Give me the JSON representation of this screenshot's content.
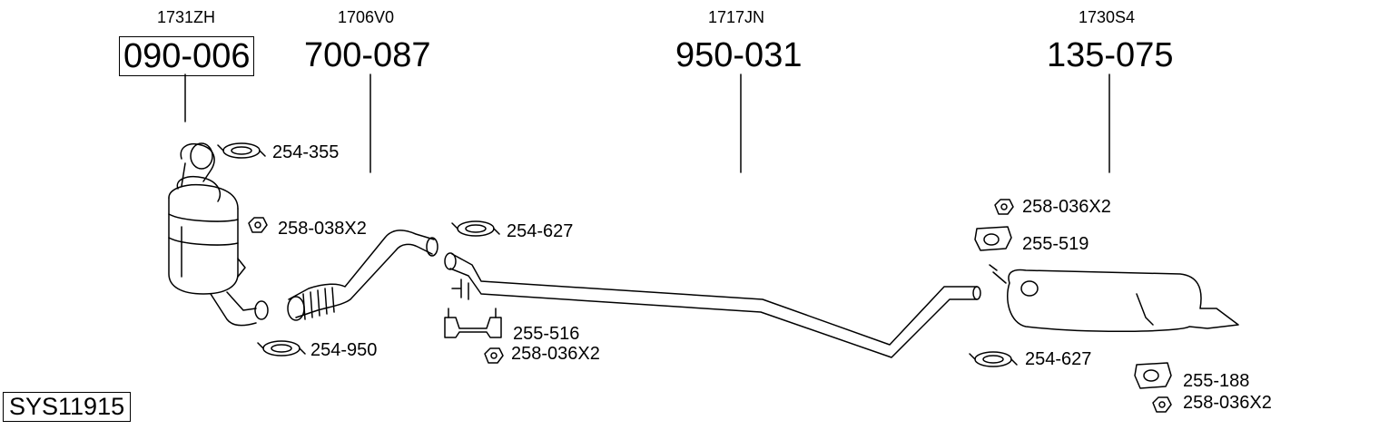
{
  "system_code": "SYS11915",
  "parts": [
    {
      "oe_ref": "1731ZH",
      "part_number": "090-006"
    },
    {
      "oe_ref": "1706V0",
      "part_number": "700-087"
    },
    {
      "oe_ref": "1717JN",
      "part_number": "950-031"
    },
    {
      "oe_ref": "1730S4",
      "part_number": "135-075"
    }
  ],
  "accessories": {
    "clamp_254_355": "254-355",
    "nut_258_038x2": "258-038X2",
    "clamp_254_950": "254-950",
    "clamp_254_627_a": "254-627",
    "hanger_255_516": "255-516",
    "nut_258_036x2_a": "258-036X2",
    "nut_258_036x2_b": "258-036X2",
    "hanger_255_519": "255-519",
    "clamp_254_627_b": "254-627",
    "hanger_255_188": "255-188",
    "nut_258_036x2_c": "258-036X2"
  }
}
